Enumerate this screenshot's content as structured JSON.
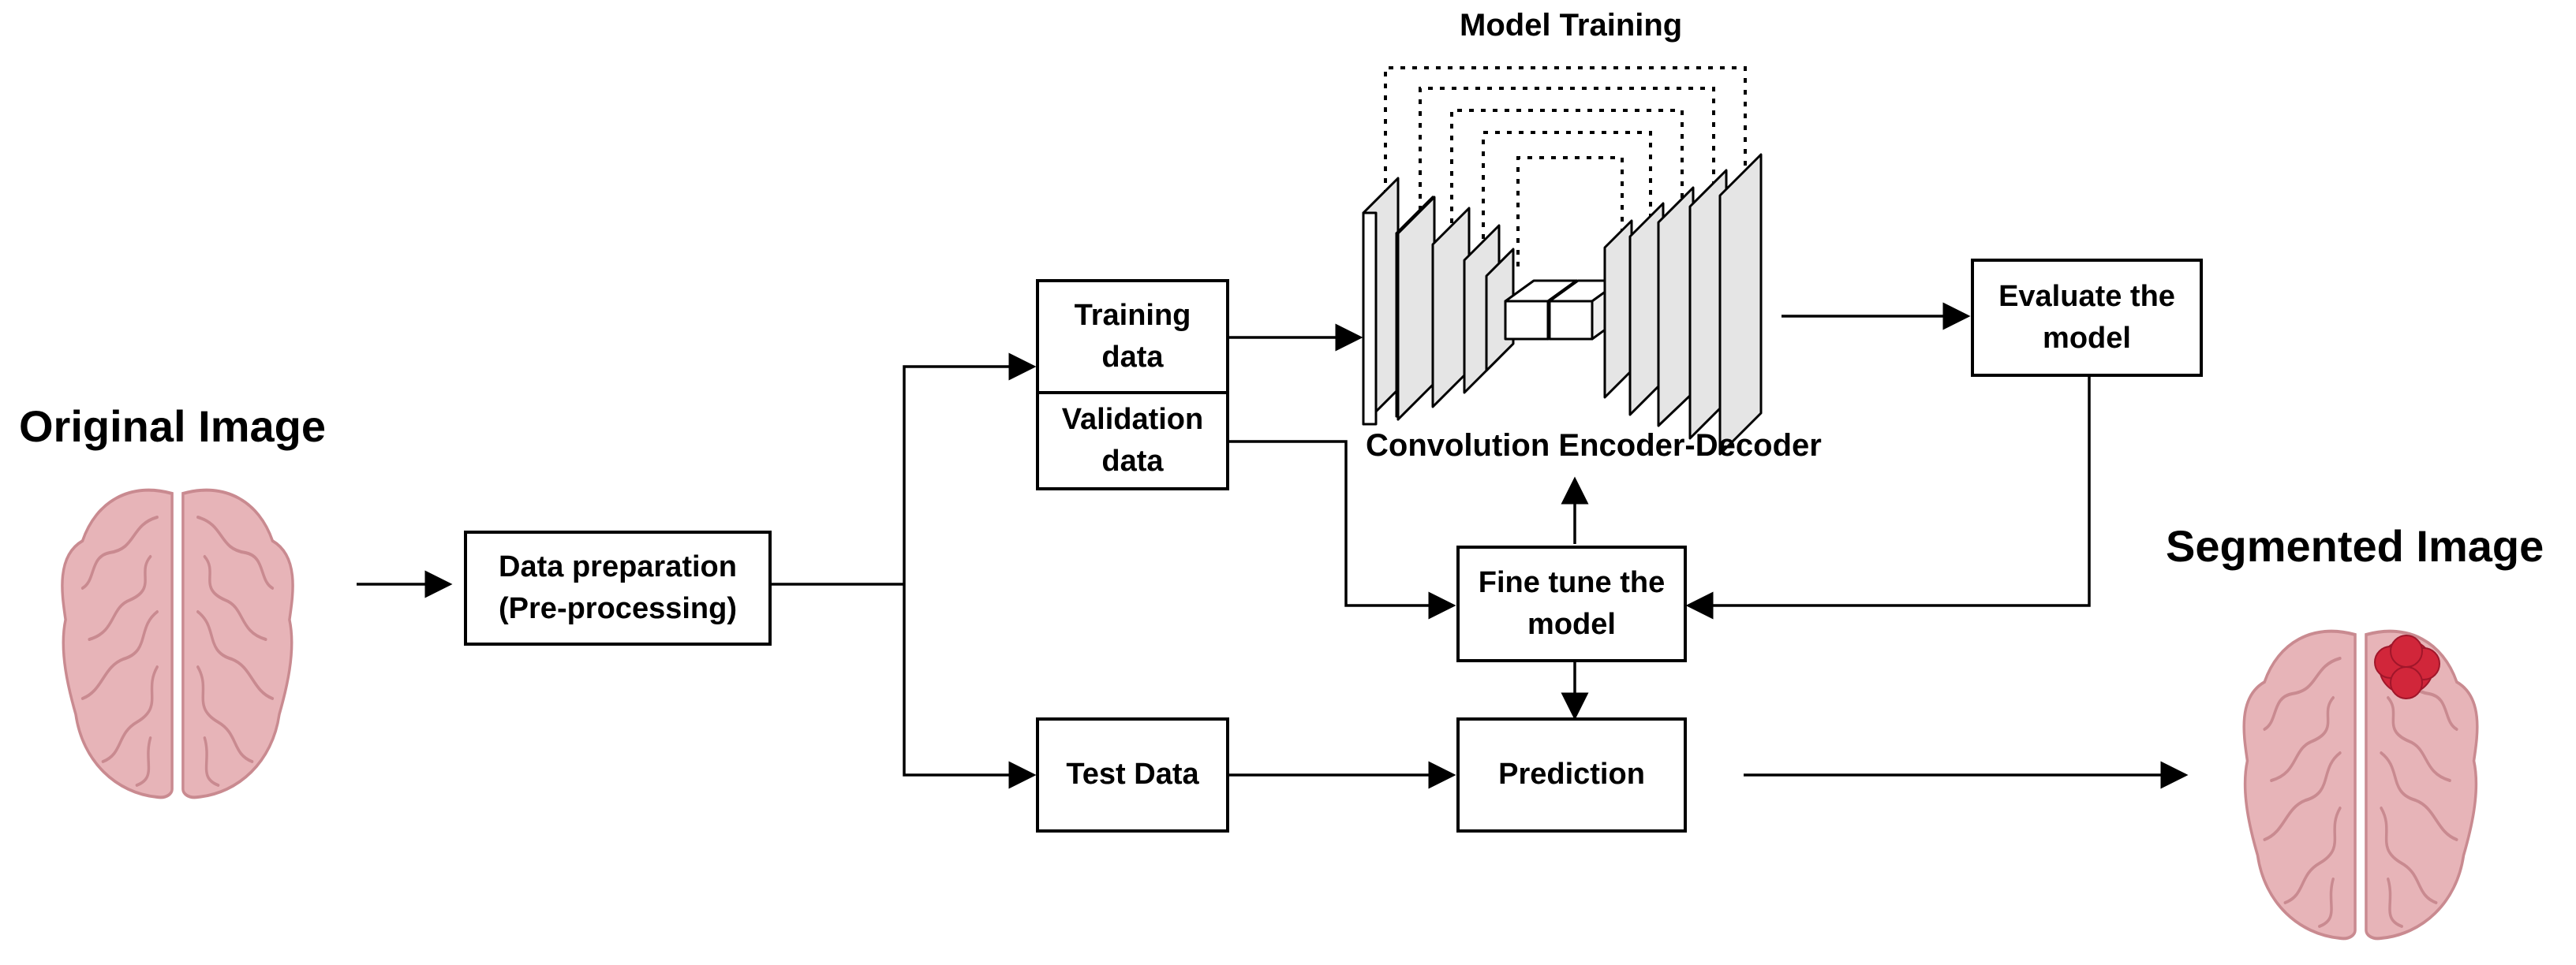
{
  "titles": {
    "original_image": "Original Image",
    "segmented_image": "Segmented Image",
    "model_training": "Model Training",
    "encoder_decoder": "Convolution Encoder-Decoder"
  },
  "boxes": {
    "data_preparation": {
      "line1": "Data preparation",
      "line2": "(Pre-processing)"
    },
    "training_data": {
      "line1": "Training",
      "line2": "data"
    },
    "validation_data": {
      "line1": "Validation",
      "line2": "data"
    },
    "test_data": {
      "line1": "Test Data"
    },
    "evaluate_model": {
      "line1": "Evaluate the",
      "line2": "model"
    },
    "fine_tune": {
      "line1": "Fine tune the",
      "line2": "model"
    },
    "prediction": {
      "line1": "Prediction"
    }
  },
  "colors": {
    "brain": "#e7b4b8",
    "brain_outline": "#c98a90",
    "tumor": "#d1263a",
    "line": "#000000"
  },
  "icons": {
    "original_brain": "brain-icon",
    "segmented_brain": "brain-with-tumor-icon",
    "network": "encoder-decoder-icon"
  }
}
